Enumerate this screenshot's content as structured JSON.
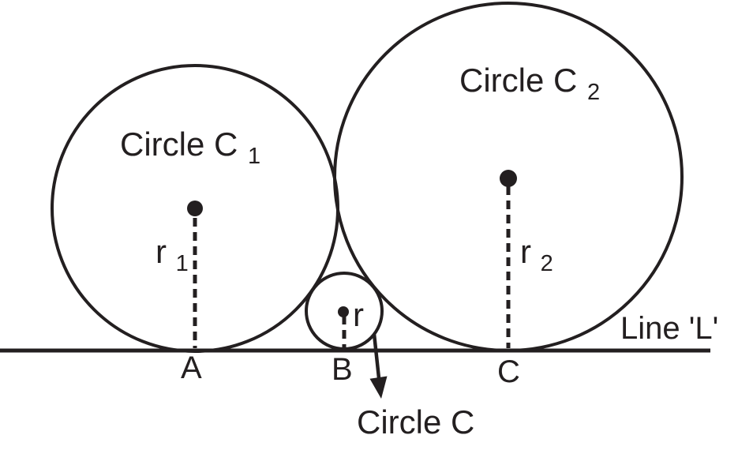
{
  "diagram": {
    "type": "geometry-tangent-circles",
    "colors": {
      "ink": "#231f20",
      "background": "#ffffff"
    },
    "circle1": {
      "label_main": "Circle C",
      "label_sub": "1",
      "radius_label_main": "r",
      "radius_label_sub": "1",
      "tangent_point_label": "A"
    },
    "circle2": {
      "label_main": "Circle C",
      "label_sub": "2",
      "radius_label_main": "r",
      "radius_label_sub": "2",
      "tangent_point_label": "C"
    },
    "small_circle": {
      "label": "Circle C",
      "radius_label": "r",
      "tangent_point_label": "B"
    },
    "line": {
      "label": "Line 'L'"
    }
  }
}
